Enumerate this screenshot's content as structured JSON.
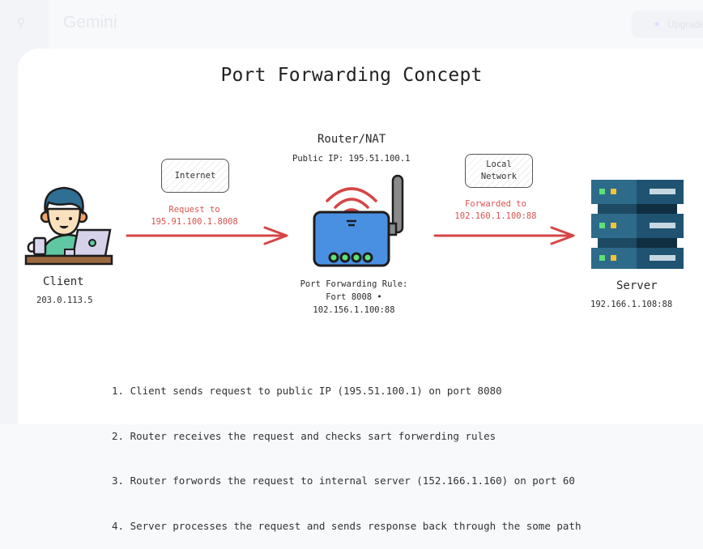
{
  "background_app": {
    "title": "Gemini",
    "search_icon": "search-icon",
    "upgrade_label": "Upgrade"
  },
  "diagram": {
    "title": "Port Forwarding Concept",
    "client": {
      "name": "Client",
      "ip": "203.0.113.5",
      "icon": "person-at-laptop-icon"
    },
    "internet_box": {
      "label": "Internet"
    },
    "request_label": {
      "line1": "Request to",
      "line2": "195.91.100.1.8008"
    },
    "router": {
      "name": "Router/NAT",
      "public_ip": "Public IP: 195.51.100.1",
      "icon": "wifi-router-icon",
      "rule_title": "Port Forwarding Rule:",
      "rule_line2": "Fort 8008 •",
      "rule_line3": "102.156.1.100:88"
    },
    "local_box": {
      "line1": "Local",
      "line2": "Network"
    },
    "forward_label": {
      "line1": "Forwarded to",
      "line2": "102.160.1.100:88"
    },
    "server": {
      "name": "Server",
      "ip": "192.166.1.108:88",
      "icon": "server-rack-icon"
    },
    "steps": [
      "1. Client sends request to public IP (195.51.100.1) on port 8080",
      "2. Router receives the request and checks sart forwerding rules",
      "3. Router forwords the request to internal server (152.166.1.160) on port 60",
      "4. Server processes the request and sends response back through the some path"
    ],
    "colors": {
      "arrow": "#d64545",
      "router_body": "#4a90e2",
      "server_body": "#2e6b8a",
      "led_green": "#5ee07a",
      "led_yellow": "#f2c23a"
    }
  }
}
